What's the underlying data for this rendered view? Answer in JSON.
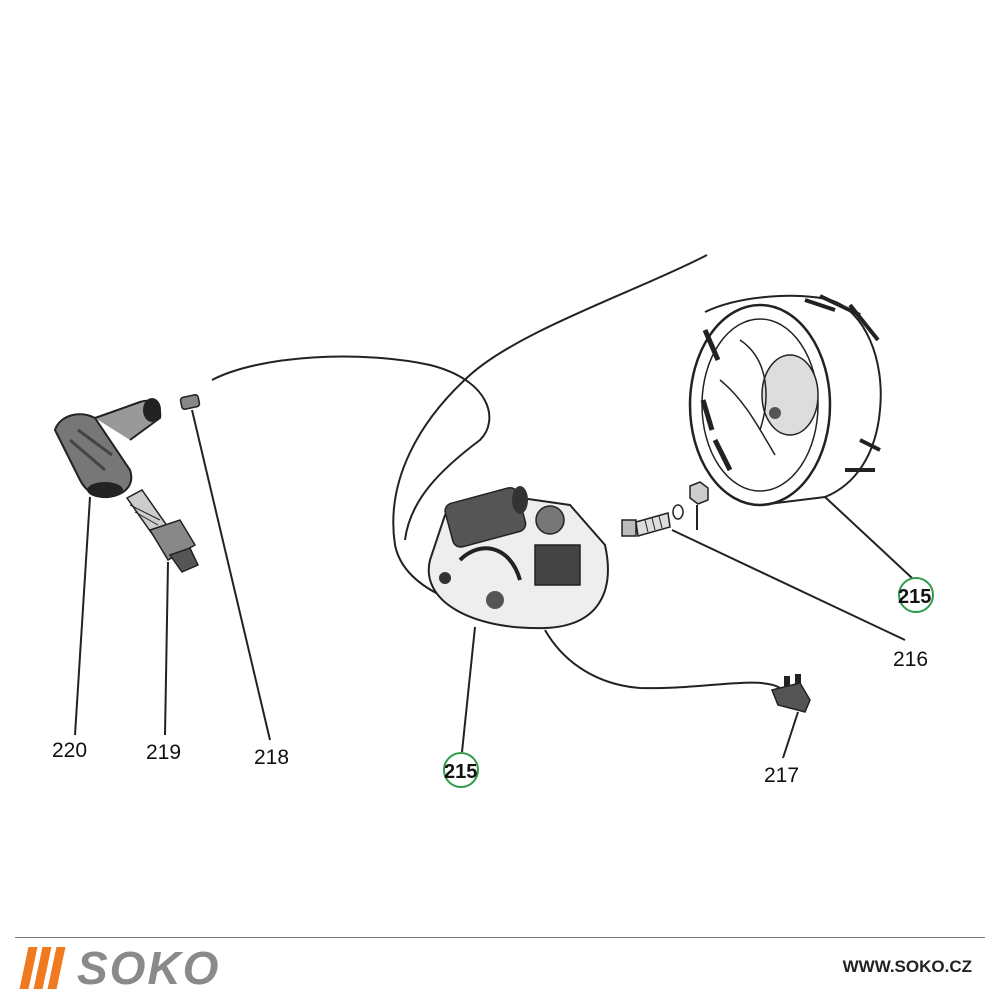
{
  "parts": {
    "stator_plate": "215",
    "flywheel": "215",
    "bolt_and_nut": "216",
    "connector": "217",
    "cap": "218",
    "spark_plug": "219",
    "plug_cap": "220"
  },
  "footer": {
    "brand": "SOKO",
    "url": "WWW.SOKO.CZ"
  },
  "colors": {
    "brand_bars": "#f07a1f",
    "brand_text": "#8a8a8a",
    "highlight_circle": "#2e9b4a"
  }
}
